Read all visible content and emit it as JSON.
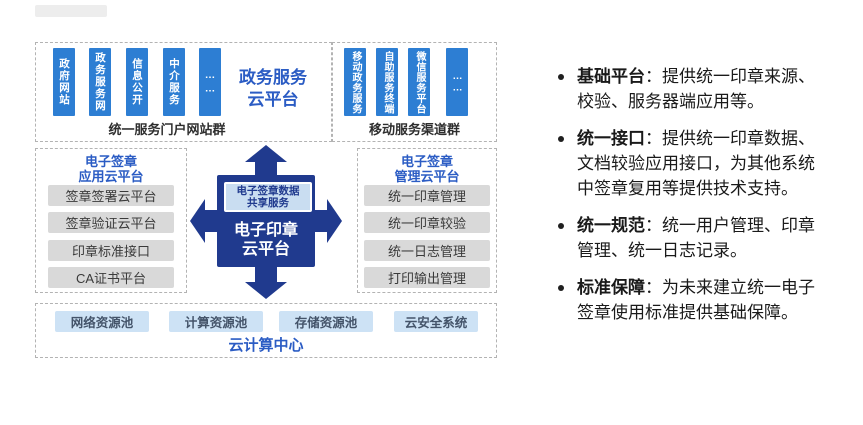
{
  "colors": {
    "bar_blue": "#2d7ed3",
    "heading_blue": "#2b5cc4",
    "cross_navy": "#203a8e",
    "badge_bg": "#c9ddf1",
    "gray_item": "#d9d9d9",
    "resource_blue": "#cde2f5",
    "dashed_border": "#b3b3b3"
  },
  "diagram": {
    "portal_group": {
      "bars": [
        "政府网站",
        "政务服务网",
        "信息公开",
        "中介服务",
        "……"
      ],
      "label": "统一服务门户网站群"
    },
    "gov_cloud_title": {
      "line1": "政务服务",
      "line2": "云平台"
    },
    "mobile_group": {
      "bars": [
        "移动政务服务",
        "自助服务终端",
        "微信服务平台",
        "……"
      ],
      "label": "移动服务渠道群"
    },
    "app_platform": {
      "title_line1": "电子签章",
      "title_line2": "应用云平台",
      "items": [
        "签章签署云平台",
        "签章验证云平台",
        "印章标准接口",
        "CA证书平台"
      ]
    },
    "center": {
      "badge_line1": "电子签章数据",
      "badge_line2": "共享服务",
      "title_line1": "电子印章",
      "title_line2": "云平台"
    },
    "mgmt_platform": {
      "title_line1": "电子签章",
      "title_line2": "管理云平台",
      "items": [
        "统一印章管理",
        "统一印章较验",
        "统一日志管理",
        "打印输出管理"
      ]
    },
    "cloud_center": {
      "items": [
        "网络资源池",
        "计算资源池",
        "存储资源池",
        "云安全系统"
      ],
      "label": "云计算中心"
    }
  },
  "notes": {
    "bullets": [
      {
        "term": "基础平台",
        "text": "：提供统一印章来源、校验、服务器端应用等。"
      },
      {
        "term": "统一接口",
        "text": "：提供统一印章数据、文档较验应用接口，为其他系统中签章复用等提供技术支持。"
      },
      {
        "term": "统一规范",
        "text": "：统一用户管理、印章管理、统一日志记录。"
      },
      {
        "term": "标准保障",
        "text": "：为未来建立统一电子签章使用标准提供基础保障。"
      }
    ]
  }
}
